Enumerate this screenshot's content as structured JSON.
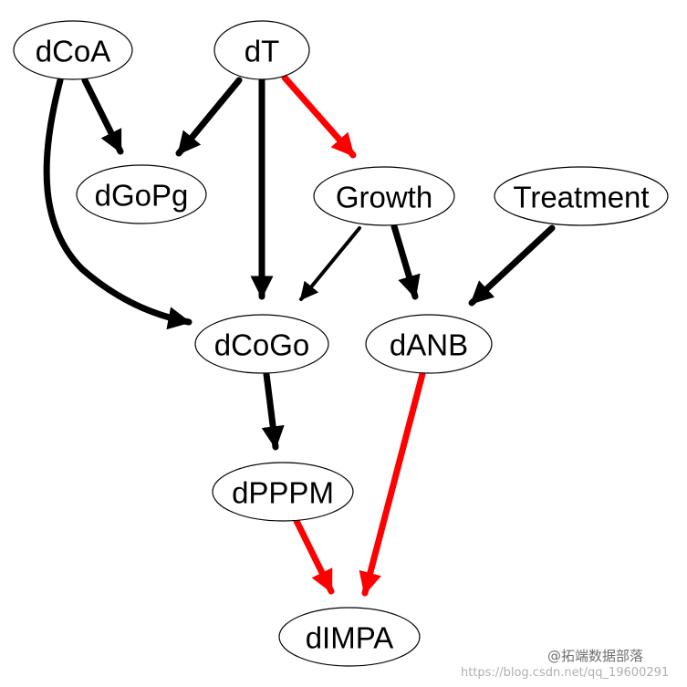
{
  "nodes": [
    {
      "id": "dCoA",
      "label": "dCoA"
    },
    {
      "id": "dT",
      "label": "dT"
    },
    {
      "id": "dGoPg",
      "label": "dGoPg"
    },
    {
      "id": "Growth",
      "label": "Growth"
    },
    {
      "id": "Treatment",
      "label": "Treatment"
    },
    {
      "id": "dCoGo",
      "label": "dCoGo"
    },
    {
      "id": "dANB",
      "label": "dANB"
    },
    {
      "id": "dPPPM",
      "label": "dPPPM"
    },
    {
      "id": "dIMPA",
      "label": "dIMPA"
    }
  ],
  "edges": [
    {
      "from": "dCoA",
      "to": "dGoPg",
      "color": "black",
      "weight": "thick"
    },
    {
      "from": "dCoA",
      "to": "dCoGo",
      "color": "black",
      "weight": "thick"
    },
    {
      "from": "dT",
      "to": "dGoPg",
      "color": "black",
      "weight": "thick"
    },
    {
      "from": "dT",
      "to": "dCoGo",
      "color": "black",
      "weight": "thick"
    },
    {
      "from": "dT",
      "to": "Growth",
      "color": "red",
      "weight": "thick"
    },
    {
      "from": "Growth",
      "to": "dCoGo",
      "color": "black",
      "weight": "thin"
    },
    {
      "from": "Growth",
      "to": "dANB",
      "color": "black",
      "weight": "thick"
    },
    {
      "from": "Treatment",
      "to": "dANB",
      "color": "black",
      "weight": "thick"
    },
    {
      "from": "dCoGo",
      "to": "dPPPM",
      "color": "black",
      "weight": "thick"
    },
    {
      "from": "dPPPM",
      "to": "dIMPA",
      "color": "red",
      "weight": "thick"
    },
    {
      "from": "dANB",
      "to": "dIMPA",
      "color": "red",
      "weight": "thick"
    }
  ],
  "colors": {
    "black": "#000000",
    "red": "#ff0000"
  },
  "watermark": {
    "handle": "@拓端数据部落",
    "url": "https://blog.csdn.net/qq_19600291"
  }
}
